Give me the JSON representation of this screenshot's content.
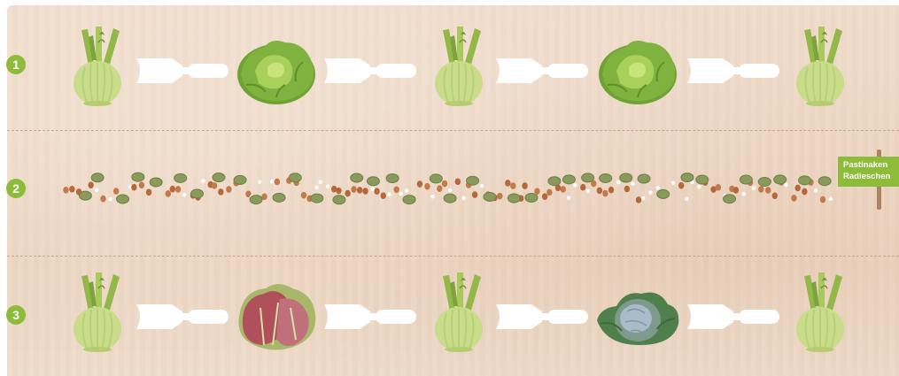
{
  "rows": [
    {
      "number": "1",
      "sequence": [
        "fennel",
        "trowel",
        "lettuce",
        "trowel",
        "fennel",
        "trowel",
        "lettuce",
        "trowel",
        "fennel"
      ]
    },
    {
      "number": "2",
      "sequence": [
        "seed-mix-row"
      ]
    },
    {
      "number": "3",
      "sequence": [
        "fennel",
        "trowel",
        "red-lettuce",
        "trowel",
        "fennel",
        "trowel",
        "savoy-cabbage",
        "trowel",
        "fennel"
      ]
    }
  ],
  "sign": {
    "line1": "Pastinaken",
    "line2": "Radieschen"
  },
  "colors": {
    "bed": "#efd9c6",
    "badge": "#8dbb3a",
    "divider": "#c79a82",
    "fennel_bulb": "#c8dc8a",
    "fennel_stalk": "#93b84a",
    "lettuce": "#7fb23e",
    "red_lettuce": "#b0505a",
    "savoy": "#7e9a8c",
    "trowel": "#ffffff",
    "seed_brown": "#c27a4a",
    "seed_white": "#ffffff",
    "seed_green": "#8a9a5a"
  },
  "icons": [
    "fennel-icon",
    "trowel-icon",
    "lettuce-icon",
    "red-lettuce-icon",
    "savoy-cabbage-icon",
    "seed-icon",
    "sign-icon"
  ]
}
